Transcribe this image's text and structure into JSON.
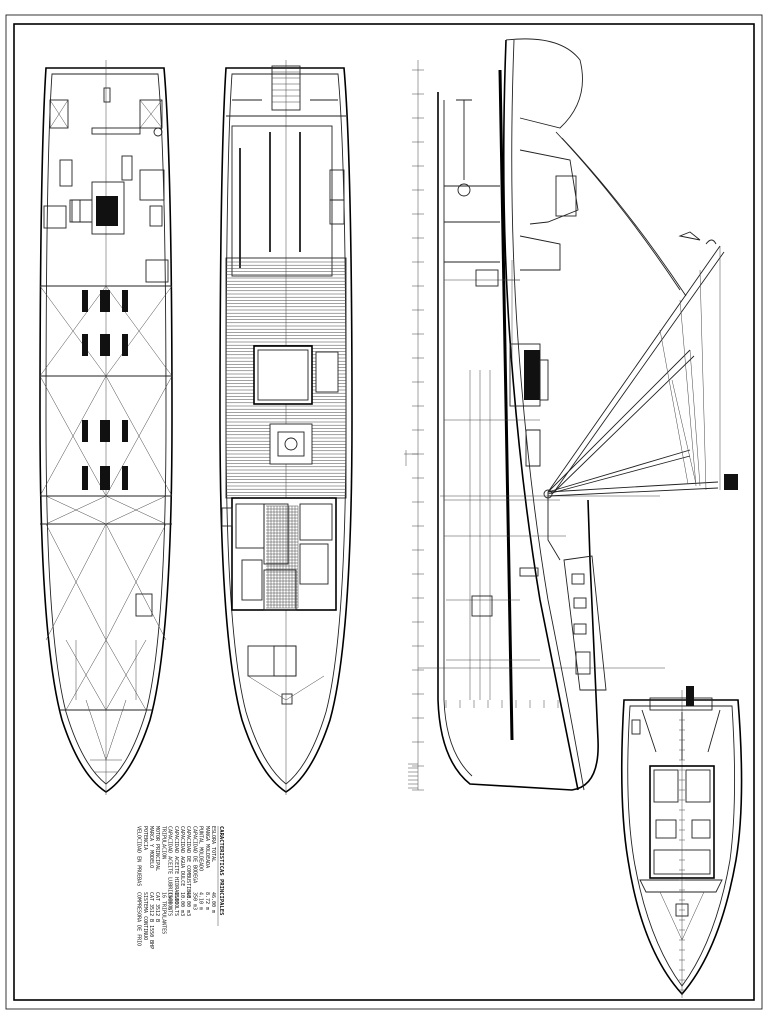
{
  "drawing": {
    "views": [
      {
        "id": "main-deck-plan"
      },
      {
        "id": "upper-deck-plan"
      },
      {
        "id": "profile-elevation"
      },
      {
        "id": "bridge-deck-plan"
      }
    ]
  },
  "specs": {
    "title": "CARACTERISTICAS PRINCIPALES",
    "rows": [
      {
        "label": "ESLORA TOTAL",
        "value": "46.00 m"
      },
      {
        "label": "MANGA MOLDEADA",
        "value": "8.72 m"
      },
      {
        "label": "PUNTAL MOLDEADO",
        "value": "4.10 m"
      },
      {
        "label": "CAPACIDAD DE BODEGA",
        "value": "350 m3"
      },
      {
        "label": "CAPACIDAD DE COMBUSTIBLE",
        "value": "40.00 m3"
      },
      {
        "label": "CAPACIDAD AGUA DULCE",
        "value": "10.00 m3"
      },
      {
        "label": "CAPACIDAD ACEITE HIDRAULICO",
        "value": "1500 LTS"
      },
      {
        "label": "CAPACIDAD ACEITE LUBRICACION",
        "value": "1500 LTS"
      },
      {
        "label": "TRIPULACION",
        "value": "16 TRIPULANTES"
      },
      {
        "label": "MOTOR PRINCIPAL",
        "value": "CAT 3512 B"
      },
      {
        "label": "MARCA Y MODELO",
        "value": "CAT 3512 B 1550 BHP"
      },
      {
        "label": "POTENCIA",
        "value": "SISTEMA CONTINUO"
      },
      {
        "label": "VELOCIDAD EN PRUEBAS",
        "value": "COMPRESORA DE FRIO"
      }
    ]
  }
}
